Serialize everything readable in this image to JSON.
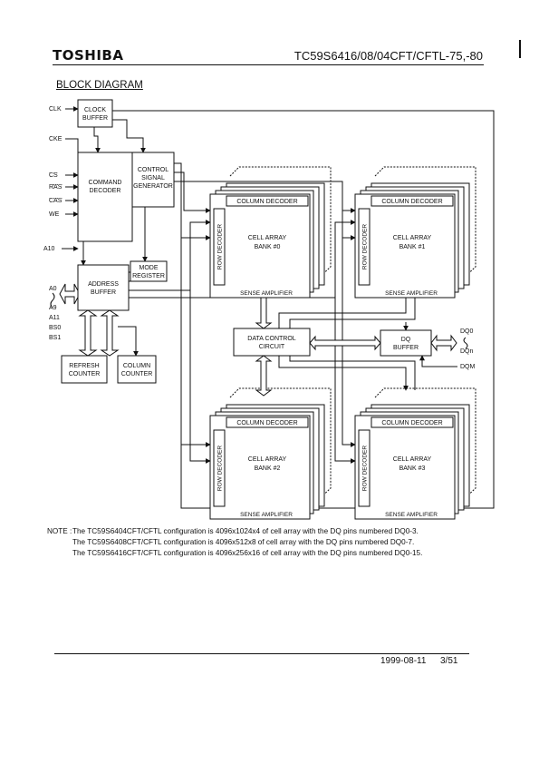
{
  "header": {
    "brand": "TOSHIBA",
    "part_number": "TC59S6416/08/04CFT/CFTL-75,-80"
  },
  "section_title": "BLOCK DIAGRAM",
  "diagram": {
    "pins": {
      "clk": "CLK",
      "cke": "CKE",
      "cs": "CS",
      "ras": "RAS",
      "cas": "CAS",
      "we": "WE",
      "a10": "A10",
      "a0": "A0",
      "a9": "A9",
      "a11": "A11",
      "bs0": "BS0",
      "bs1": "BS1",
      "dq0": "DQ0",
      "dqn": "DQn",
      "dqm": "DQM"
    },
    "blocks": {
      "clock_buffer": [
        "CLOCK",
        "BUFFER"
      ],
      "command_decoder": [
        "COMMAND",
        "DECODER"
      ],
      "control_signal_generator": [
        "CONTROL",
        "SIGNAL",
        "GENERATOR"
      ],
      "mode_register": [
        "MODE",
        "REGISTER"
      ],
      "address_buffer": [
        "ADDRESS",
        "BUFFER"
      ],
      "refresh_counter": [
        "REFRESH",
        "COUNTER"
      ],
      "column_counter": [
        "COLUMN",
        "COUNTER"
      ],
      "data_control_circuit": [
        "DATA CONTROL",
        "CIRCUIT"
      ],
      "dq_buffer": [
        "DQ",
        "BUFFER"
      ]
    },
    "banks": [
      {
        "column_decoder": "COLUMN DECODER",
        "row_decoder": "ROW DECODER",
        "cell_array": "CELL ARRAY",
        "bank": "BANK #0",
        "sense_amplifier": "SENSE AMPLIFIER"
      },
      {
        "column_decoder": "COLUMN DECODER",
        "row_decoder": "ROW DECODER",
        "cell_array": "CELL ARRAY",
        "bank": "BANK #1",
        "sense_amplifier": "SENSE AMPLIFIER"
      },
      {
        "column_decoder": "COLUMN DECODER",
        "row_decoder": "ROW DECODER",
        "cell_array": "CELL ARRAY",
        "bank": "BANK #2",
        "sense_amplifier": "SENSE AMPLIFIER"
      },
      {
        "column_decoder": "COLUMN DECODER",
        "row_decoder": "ROW DECODER",
        "cell_array": "CELL ARRAY",
        "bank": "BANK #3",
        "sense_amplifier": "SENSE AMPLIFIER"
      }
    ]
  },
  "notes": {
    "label": "NOTE :",
    "lines": [
      "The TC59S6404CFT/CFTL configuration is 4096x1024x4 of cell array with the DQ pins numbered DQ0-3.",
      "The TC59S6408CFT/CFTL configuration is 4096x512x8 of cell array with the DQ pins numbered DQ0-7.",
      "The TC59S6416CFT/CFTL configuration is 4096x256x16 of cell array with the DQ pins numbered DQ0-15."
    ]
  },
  "footer": {
    "date": "1999-08-11",
    "page": "3/51"
  }
}
